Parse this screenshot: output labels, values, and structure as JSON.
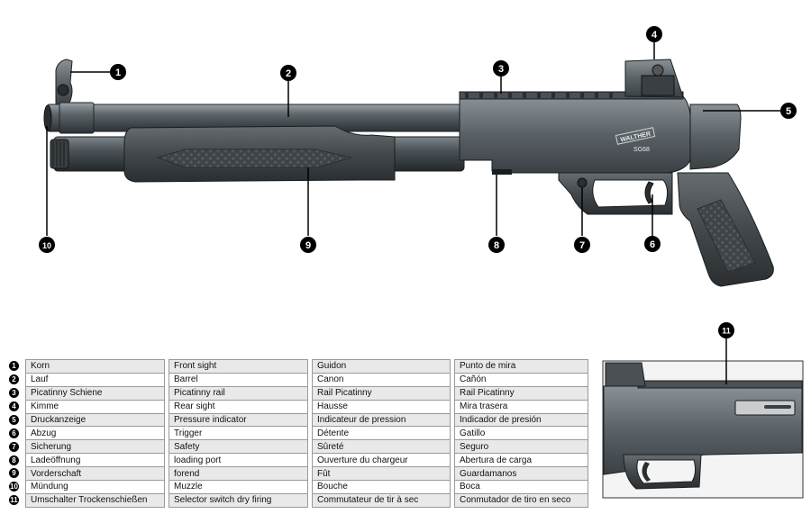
{
  "callouts": [
    "1",
    "2",
    "3",
    "4",
    "5",
    "6",
    "7",
    "8",
    "9",
    "10",
    "11"
  ],
  "logo": {
    "brand": "WALTHER",
    "model": "SG68"
  },
  "rows": [
    {
      "num": "1",
      "de": "Korn",
      "en": "Front sight",
      "fr": "Guidon",
      "es": "Punto de mira"
    },
    {
      "num": "2",
      "de": "Lauf",
      "en": "Barrel",
      "fr": "Canon",
      "es": "Cañón"
    },
    {
      "num": "3",
      "de": "Picatinny Schiene",
      "en": "Picatinny rail",
      "fr": "Rail Picatinny",
      "es": "Rail Picatinny"
    },
    {
      "num": "4",
      "de": "Kimme",
      "en": "Rear sight",
      "fr": "Hausse",
      "es": "Mira trasera"
    },
    {
      "num": "5",
      "de": "Druckanzeige",
      "en": "Pressure indicator",
      "fr": "Indicateur de pression",
      "es": "Indicador de presión"
    },
    {
      "num": "6",
      "de": "Abzug",
      "en": "Trigger",
      "fr": "Détente",
      "es": "Gatillo"
    },
    {
      "num": "7",
      "de": "Sicherung",
      "en": "Safety",
      "fr": "Sûreté",
      "es": "Seguro"
    },
    {
      "num": "8",
      "de": "Ladeöffnung",
      "en": "loading port",
      "fr": "Ouverture du chargeur",
      "es": "Abertura de carga"
    },
    {
      "num": "9",
      "de": "Vorderschaft",
      "en": "forend",
      "fr": "Fût",
      "es": "Guardamanos"
    },
    {
      "num": "10",
      "de": "Mündung",
      "en": "Muzzle",
      "fr": "Bouche",
      "es": "Boca"
    },
    {
      "num": "11",
      "de": "Umschalter Trockenschießen",
      "en": "Selector switch dry firing",
      "fr": "Commutateur de tir à sec",
      "es": "Conmutador de tiro en seco"
    }
  ]
}
